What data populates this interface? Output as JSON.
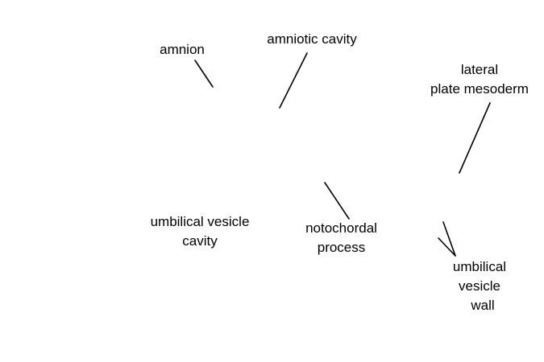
{
  "labels": {
    "amnion": "amnion",
    "amniotic_cavity": "amniotic cavity",
    "lateral_plate_mesoderm": [
      "lateral",
      "plate mesoderm"
    ],
    "umbilical_vesicle_cavity": [
      "umbilical vesicle",
      "cavity"
    ],
    "notochordal_process": [
      "notochordal",
      "process"
    ],
    "umbilical_vesicle_wall": [
      "umbilical",
      "vesicle",
      "wall"
    ]
  },
  "colors": {
    "text": "#000000",
    "lines": "#000000",
    "background": "#ffffff"
  }
}
